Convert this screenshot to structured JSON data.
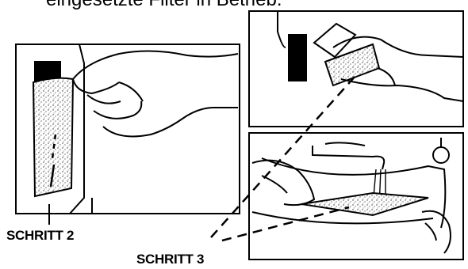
{
  "caption": {
    "top_text": "eingesetzte Filter in Betrieb."
  },
  "labels": {
    "step2": "SCHRITT 2",
    "step3": "SCHRITT 3"
  },
  "colors": {
    "ink": "#000000",
    "paper": "#ffffff",
    "filter_speckle": "#333333"
  }
}
